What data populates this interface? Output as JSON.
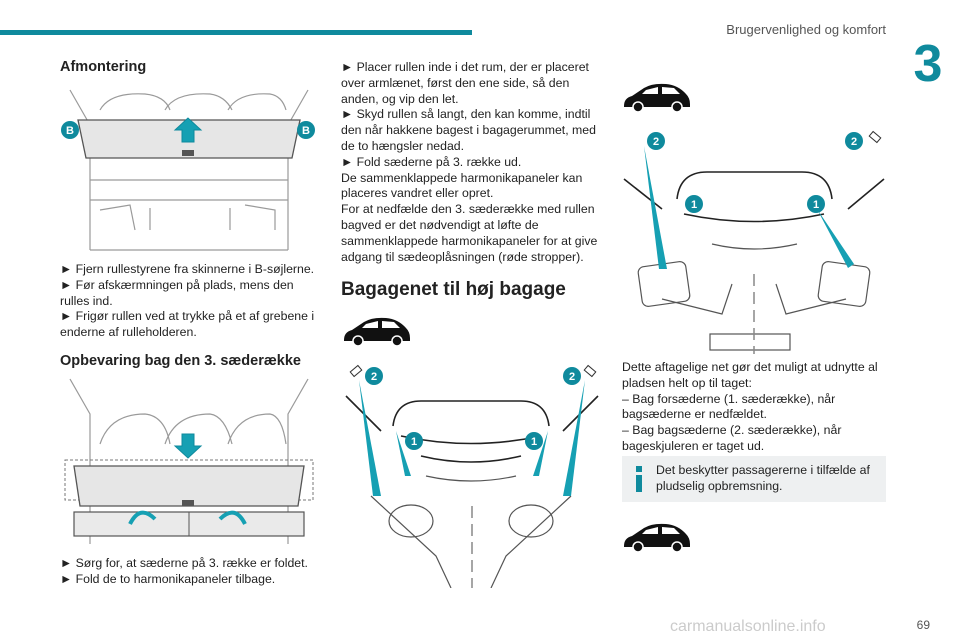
{
  "header": {
    "title": "Brugervenlighed og komfort",
    "chapter": "3"
  },
  "page_number": "69",
  "left": {
    "heading1": "Afmontering",
    "bullets1": [
      "► Fjern rullestyrene fra skinnerne i B-søjlerne.",
      "► Før afskærmningen på plads, mens den rulles ind.",
      "► Frigør rullen ved at trykke på et af grebene i enderne af rulleholderen."
    ],
    "heading2": "Opbevaring bag den 3. sæderække",
    "bullets2": [
      "► Sørg for, at sæderne på 3. række er foldet.",
      "► Fold de to harmonikapaneler tilbage."
    ],
    "fig_labels": {
      "b": "B"
    }
  },
  "middle": {
    "paragraphs": [
      "► Placer rullen inde i det rum, der er placeret over armlænet, først den ene side, så den anden, og vip den let.",
      "► Skyd rullen så langt, den kan komme, indtil den når hakkene bagest i bagagerummet, med de to hængsler nedad.",
      "► Fold sæderne på 3. række ud.",
      "De sammenklappede harmonikapaneler kan placeres vandret eller opret.",
      "For at nedfælde den 3. sæderække med rullen bagved er det nødvendigt at løfte de sammenklappede harmonikapaneler for at give adgang til sædeoplåsningen (røde stropper)."
    ],
    "heading": "Bagagenet til høj bagage",
    "fig_labels": {
      "one": "1",
      "two": "2"
    }
  },
  "right": {
    "paragraphs": [
      "Dette aftagelige net gør det muligt at udnytte al pladsen helt op til taget:",
      "– Bag forsæderne (1. sæderække), når bagsæderne er nedfældet.",
      "– Bag bagsæderne (2. sæderække), når bageskjuleren er taget ud."
    ],
    "info": "Det beskytter passagererne i tilfælde af pludselig opbremsning."
  },
  "watermark": "carmanualsonline.info",
  "colors": {
    "accent": "#0f8a9d",
    "info_bg": "#eef0f1"
  }
}
